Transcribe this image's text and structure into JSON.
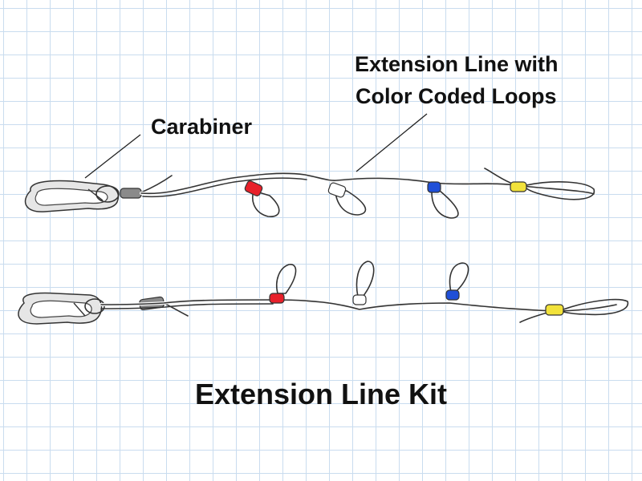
{
  "labels": {
    "carabiner": "Carabiner",
    "extension_line_1": "Extension Line with",
    "extension_line_2": "Color Coded Loops",
    "title": "Extension Line Kit"
  },
  "loop_colors": {
    "red": "#e8202a",
    "white": "#ffffff",
    "blue": "#1f4fd8",
    "yellow": "#f2e23a",
    "sleeve_gray": "#8a8a8a"
  }
}
